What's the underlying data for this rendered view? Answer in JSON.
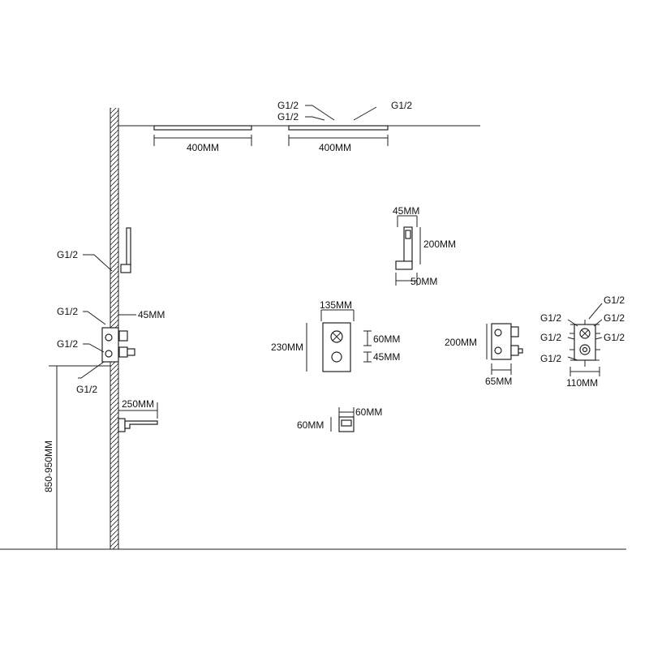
{
  "ceiling": {
    "left_shower_width": "400MM",
    "right_shower_width": "400MM",
    "inlet_a": "G1/2",
    "inlet_b": "G1/2",
    "inlet_c": "G1/2"
  },
  "wall": {
    "hand_shower_inlet": "G1/2",
    "valve_top_inlet": "G1/2",
    "valve_mid_inlet": "G1/2",
    "valve_bottom_inlet": "G1/2",
    "valve_depth": "45MM",
    "spout_length": "250MM",
    "mount_height": "850-950MM"
  },
  "hand_shower": {
    "width": "45MM",
    "height": "200MM",
    "depth": "50MM"
  },
  "control_panel": {
    "width": "135MM",
    "height": "230MM",
    "upper_knob_offset": "60MM",
    "lower_knob_offset": "45MM"
  },
  "holder": {
    "width": "60MM",
    "height": "60MM"
  },
  "valve_side": {
    "height": "200MM",
    "depth": "65MM"
  },
  "valve_front": {
    "width": "110MM",
    "inlet_top": "G1/2",
    "inlet_l1": "G1/2",
    "inlet_r1": "G1/2",
    "inlet_l2": "G1/2",
    "inlet_r2": "G1/2",
    "inlet_bottom": "G1/2"
  }
}
